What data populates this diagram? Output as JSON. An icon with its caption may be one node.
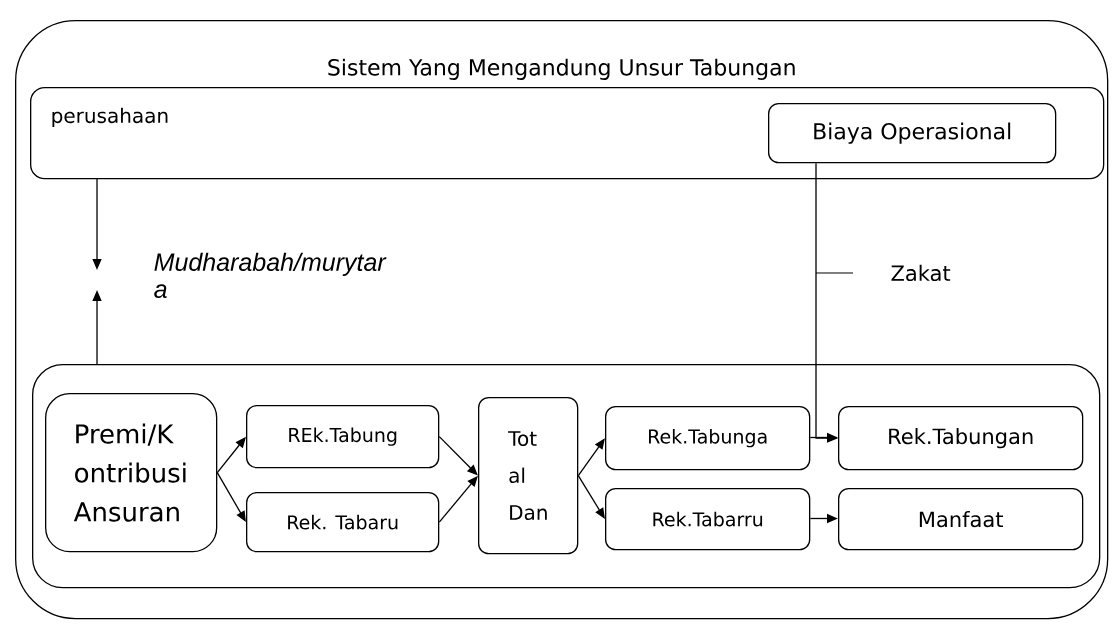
{
  "diagram": {
    "nodes": [
      {
        "text": [
          "Sistem Yang Mengandung Unsur Tabungan"
        ]
      },
      {
        "text": [
          "perusahaan"
        ],
        "in": 0
      },
      {
        "text": [
          "Biaya Operasional"
        ],
        "in": 1
      },
      {
        "text": [],
        "shape": "box",
        "in": 0
      },
      {
        "text": [
          "Premi/K ontribusi Ansuran"
        ],
        "in": 3
      },
      {
        "text": [
          "REk.Tabung"
        ],
        "in": 3
      },
      {
        "text": [
          "Rek. Tabaru"
        ],
        "in": 3
      },
      {
        "text": [
          "Tot al Dan"
        ],
        "in": 3
      },
      {
        "text": [
          "Rek.Tabunga"
        ],
        "in": 3
      },
      {
        "text": [
          "Rek.Tabarru"
        ],
        "in": 3
      },
      {
        "text": [
          "Rek.Tabungan"
        ],
        "in": 3
      },
      {
        "text": [
          "Manfaat"
        ],
        "in": 3
      }
    ],
    "edges": [
      {
        "from": 1,
        "to": null,
        "arrow": "to"
      },
      {
        "from": 3,
        "to": null,
        "arrow": "to"
      },
      {
        "from": 4,
        "to": 5,
        "arrow": "to"
      },
      {
        "from": 4,
        "to": 6,
        "arrow": "to"
      },
      {
        "from": 5,
        "to": 7,
        "arrow": "to"
      },
      {
        "from": 6,
        "to": 7,
        "arrow": "to"
      },
      {
        "from": 7,
        "to": 8,
        "arrow": "to"
      },
      {
        "from": 7,
        "to": 9,
        "arrow": "to"
      },
      {
        "from": 8,
        "to": 10,
        "arrow": "to"
      },
      {
        "from": 9,
        "to": 11,
        "arrow": "to"
      },
      {
        "from": 2,
        "to": 10,
        "arrow": "to",
        "label": "Zakat"
      }
    ],
    "labels": [
      "Mudharabah/murytar a"
    ]
  }
}
